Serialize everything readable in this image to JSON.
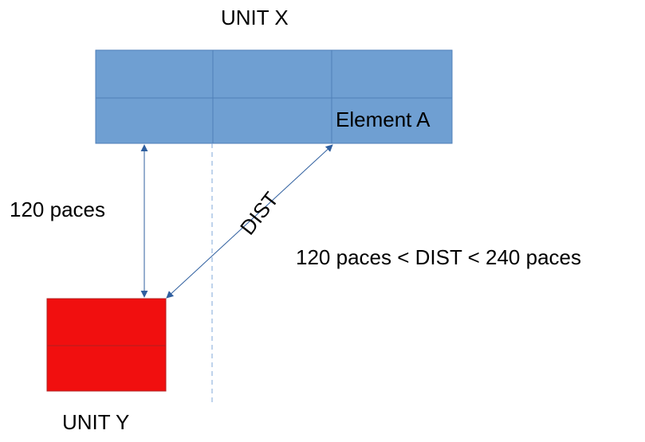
{
  "units": {
    "x": {
      "label": "UNIT  X",
      "color": "#6f9fd2"
    },
    "y": {
      "label": "UNIT  Y",
      "color": "#f10f0f"
    }
  },
  "element_a": {
    "label": "Element A"
  },
  "measurements": {
    "vertical_distance": "120 paces",
    "dist_label": "DIST",
    "dist_range": "120 paces < DIST < 240 paces"
  },
  "colors": {
    "block_border": "#4f7fb8",
    "arrow": "#2f5f9f",
    "dashed_guide": "#7fa7d8"
  }
}
